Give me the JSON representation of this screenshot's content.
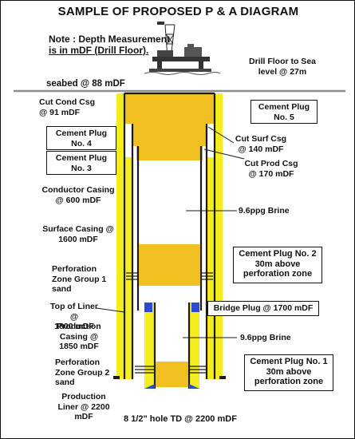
{
  "title": "SAMPLE OF PROPOSED P & A DIAGRAM",
  "note": {
    "line1": "Note : Depth Measurement",
    "line2": "is in mDF (Drill Floor)."
  },
  "drill_floor": {
    "line1": "Drill Floor to Sea",
    "line2": "level @ 27m"
  },
  "seabed": "seabed @ 88 mDF",
  "cut_cond": {
    "line1": "Cut Cond Csg",
    "line2": "@ 91 mDF"
  },
  "cement_plug_5": {
    "line1": "Cement Plug",
    "line2": "No. 5"
  },
  "cement_plug_4": {
    "line1": "Cement Plug",
    "line2": "No. 4"
  },
  "cement_plug_3": {
    "line1": "Cement Plug",
    "line2": "No. 3"
  },
  "cut_surf": {
    "line1": "Cut Surf Csg",
    "line2": "@ 140 mDF"
  },
  "cut_prod": {
    "line1": "Cut Prod Csg",
    "line2": "@ 170 mDF"
  },
  "conductor_casing": {
    "line1": "Conductor Casing",
    "line2": "@ 600 mDF"
  },
  "brine_upper": "9.6ppg Brine",
  "surface_casing": {
    "line1": "Surface Casing @",
    "line2": "1600 mDF"
  },
  "cement_plug_2": {
    "line1": "Cement Plug No. 2",
    "line2": "30m above",
    "line3": "perforation zone"
  },
  "perforation_1": {
    "line1": "Perforation",
    "line2": "Zone Group 1",
    "line3": "sand"
  },
  "top_of_liner": {
    "line1": "Top of Liner @",
    "line2": "1800 mDF"
  },
  "production_casing": {
    "line1": "Production",
    "line2": "Casing @",
    "line3": "1850 mDF"
  },
  "bridge_plug": "Bridge Plug @ 1700 mDF",
  "brine_lower": "9.6ppg Brine",
  "cement_plug_1": {
    "line1": "Cement Plug No. 1",
    "line2": "30m above",
    "line3": "perforation zone"
  },
  "perforation_2": {
    "line1": "Perforation",
    "line2": "Zone Group 2",
    "line3": "sand"
  },
  "production_liner": {
    "line1": "Production",
    "line2": "Liner @ 2200",
    "line3": "mDF"
  },
  "td": "8 1/2\" hole TD @ 2200 mDF",
  "colors": {
    "cement_yellow": "#f5ee1e",
    "cement_gold": "#f0c020",
    "casing": "#1a1a1a",
    "bridge_plug": "#2b4bd0",
    "sea": "#8c8c8c"
  },
  "icons": [
    "offshore-rig-icon"
  ]
}
